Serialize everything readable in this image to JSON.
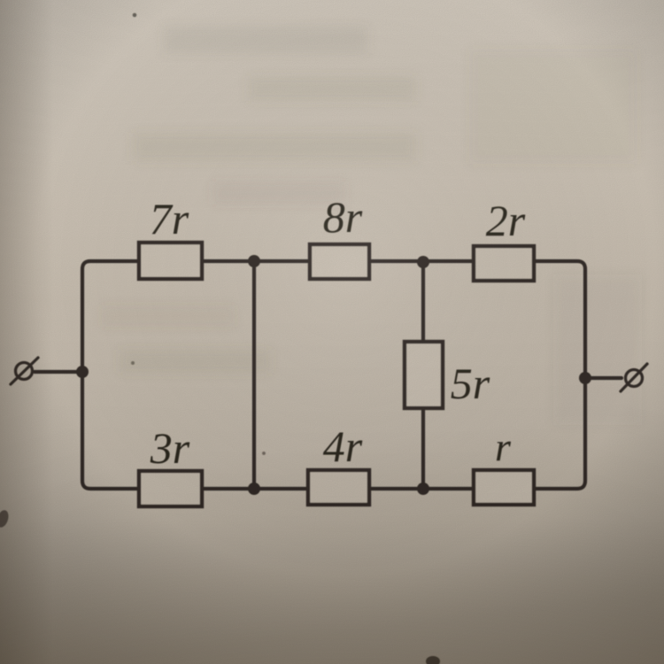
{
  "figure": {
    "kind": "resistor-network-circuit-diagram",
    "medium": "photograph of printed textbook page",
    "terminals": {
      "left_symbol": "ø",
      "right_symbol": "ø"
    },
    "resistors": {
      "top_row": [
        {
          "id": "R1",
          "label": "7r",
          "position": "top-left"
        },
        {
          "id": "R2",
          "label": "8r",
          "position": "top-middle"
        },
        {
          "id": "R3",
          "label": "2r",
          "position": "top-right"
        }
      ],
      "bottom_row": [
        {
          "id": "R4",
          "label": "3r",
          "position": "bottom-left"
        },
        {
          "id": "R5",
          "label": "4r",
          "position": "bottom-middle"
        },
        {
          "id": "R6",
          "label": "r",
          "position": "bottom-right"
        }
      ],
      "middle_branch": [
        {
          "id": "R7",
          "label": "5r",
          "position": "center-vertical"
        }
      ]
    },
    "topology": {
      "nodes": [
        "L: left terminal node",
        "M: middle junction (top and bottom joined by plain wire)",
        "Nt: top junction above 5r",
        "Nb: bottom junction below 5r",
        "R: right terminal node"
      ],
      "edges": [
        {
          "from": "L",
          "to": "M",
          "via": "7r"
        },
        {
          "from": "L",
          "to": "M",
          "via": "3r"
        },
        {
          "from": "M",
          "to": "Nt",
          "via": "8r"
        },
        {
          "from": "M",
          "to": "Nb",
          "via": "4r"
        },
        {
          "from": "Nt",
          "to": "Nb",
          "via": "5r"
        },
        {
          "from": "Nt",
          "to": "R",
          "via": "2r"
        },
        {
          "from": "Nb",
          "to": "R",
          "via": "r"
        }
      ]
    },
    "colors": {
      "paper": "#c9bfb1",
      "ink": "#322c25",
      "label_ink": "#2b251f"
    }
  }
}
